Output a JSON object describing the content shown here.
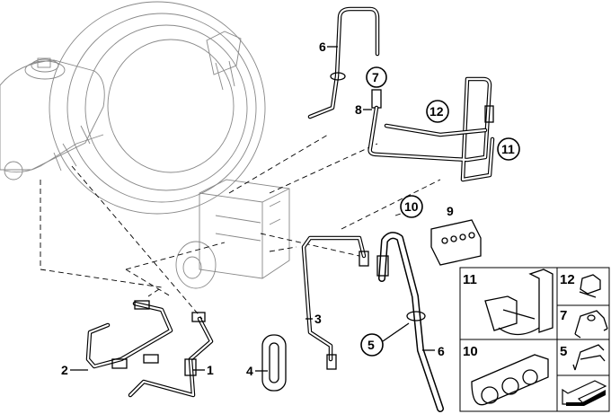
{
  "diagram": {
    "title": "Brake pipe, front (ABS/DSC unit)",
    "callouts": [
      {
        "id": "c1",
        "label": "1",
        "circled": false
      },
      {
        "id": "c2",
        "label": "2",
        "circled": false
      },
      {
        "id": "c3",
        "label": "3",
        "circled": false
      },
      {
        "id": "c4",
        "label": "4",
        "circled": false
      },
      {
        "id": "c5",
        "label": "5",
        "circled": true
      },
      {
        "id": "c6a",
        "label": "6",
        "circled": false
      },
      {
        "id": "c6b",
        "label": "6",
        "circled": false
      },
      {
        "id": "c7",
        "label": "7",
        "circled": true
      },
      {
        "id": "c8",
        "label": "8",
        "circled": false
      },
      {
        "id": "c9",
        "label": "9",
        "circled": false
      },
      {
        "id": "c10",
        "label": "10",
        "circled": true
      },
      {
        "id": "c11",
        "label": "11",
        "circled": true
      },
      {
        "id": "c12",
        "label": "12",
        "circled": true
      }
    ],
    "inset": {
      "cells": [
        {
          "label": "11",
          "part": "pipe-holder-large"
        },
        {
          "label": "12",
          "part": "clip-small"
        },
        {
          "label": "7",
          "part": "bracket-clip"
        },
        {
          "label": "10",
          "part": "pipe-holder-triple"
        },
        {
          "label": "5",
          "part": "spring-clip"
        }
      ],
      "nav_icon": "arrow-icon"
    }
  }
}
